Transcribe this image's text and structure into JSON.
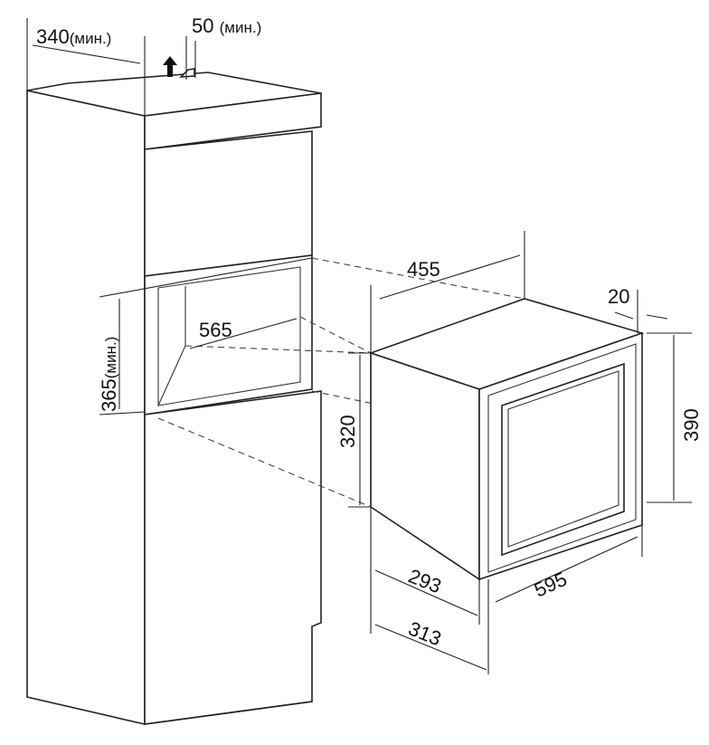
{
  "dimensions": {
    "cabinet_depth": "340",
    "cabinet_depth_note": "(мин.)",
    "ventilation_gap": "50",
    "ventilation_gap_note": "(мин.)",
    "niche_height": "365",
    "niche_height_note": "(мин.)",
    "niche_width": "565",
    "oven_depth": "455",
    "frame_thickness": "20",
    "oven_body_height": "320",
    "oven_front_height": "390",
    "oven_side_depth_inner": "293",
    "oven_side_depth_outer": "313",
    "oven_front_width": "595"
  }
}
